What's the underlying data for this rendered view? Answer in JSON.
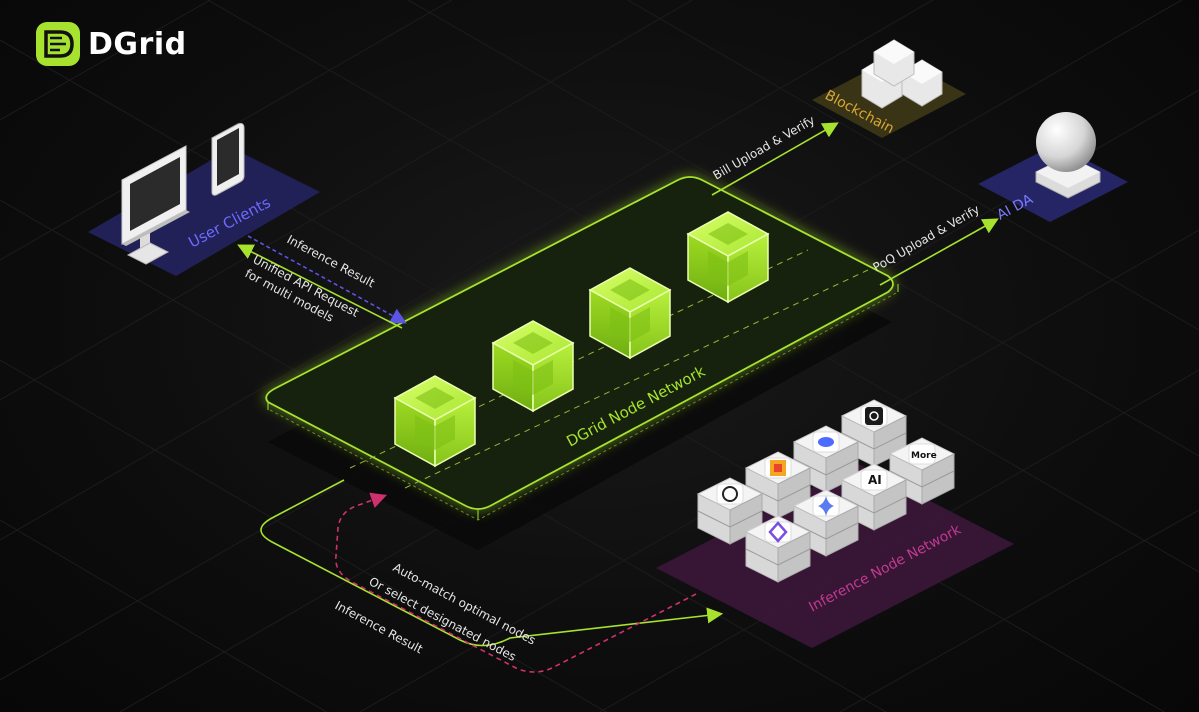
{
  "brand": {
    "name": "DGrid",
    "accent": "#a6e22e"
  },
  "nodes": {
    "user_clients": "User Clients",
    "blockchain": "Blockchain",
    "ai_da": "AI DA",
    "dgrid_network": "DGrid Node Network",
    "inference_network": "Inference Node Network"
  },
  "edges": {
    "inference_result_top": "Inference Result",
    "api_request_line1": "Unified API Request",
    "api_request_line2": "for multi models",
    "bill_upload": "Bill Upload & Verify",
    "poq_upload": "PoQ Upload & Verify",
    "auto_match_line1": "Auto-match optimal nodes",
    "auto_match_line2": "Or select designated nodes",
    "inference_result_bottom": "Inference Result"
  },
  "model_badges": {
    "more": "More",
    "ai": "AI"
  },
  "colors": {
    "lime": "#a6e22e",
    "user_panel": "#2a2a63",
    "ai_da_panel": "#252566",
    "blockchain_panel": "#3a3417",
    "inference_panel": "#3a1638",
    "dashed_magenta": "#d0306f",
    "dashed_blue": "#5a55e6"
  },
  "icons": [
    "logo-icon",
    "monitor-icon",
    "phone-icon",
    "hexagon-stack-icon",
    "sphere-icon",
    "cube-icon",
    "server-icon",
    "openai-icon",
    "mistral-icon",
    "deepseek-icon",
    "gemini-icon",
    "anthropic-icon",
    "qwen-icon",
    "meta-icon"
  ]
}
